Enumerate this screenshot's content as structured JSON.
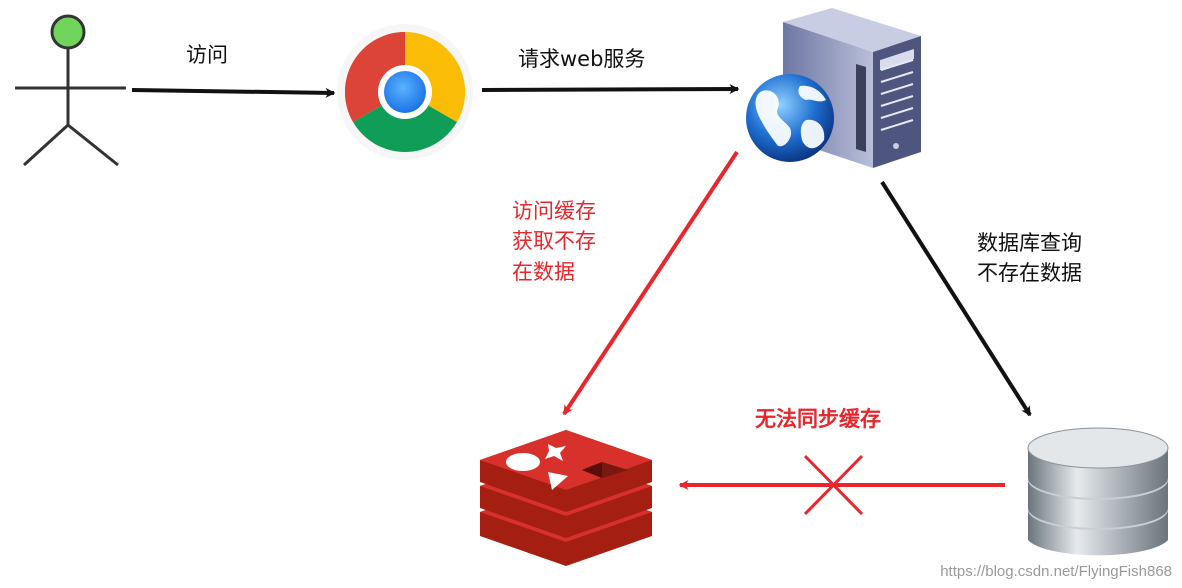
{
  "labels": {
    "visit": "访问",
    "request_web": "请求web服务",
    "visit_cache": "访问缓存\n获取不存\n在数据",
    "db_query": "数据库查询\n不存在数据",
    "sync_fail": "无法同步缓存"
  },
  "watermark": "https://blog.csdn.net/FlyingFish868",
  "colors": {
    "black_arrow": "#111111",
    "red_arrow": "#e8262b",
    "actor_head": "#6fd35c",
    "redis": "#d8312c",
    "server": "#8f96b8",
    "db": "#9aa3ab"
  },
  "icons": {
    "user": "stick-figure-icon",
    "browser": "chrome-icon",
    "server": "web-server-icon",
    "cache": "redis-icon",
    "database": "database-icon"
  }
}
